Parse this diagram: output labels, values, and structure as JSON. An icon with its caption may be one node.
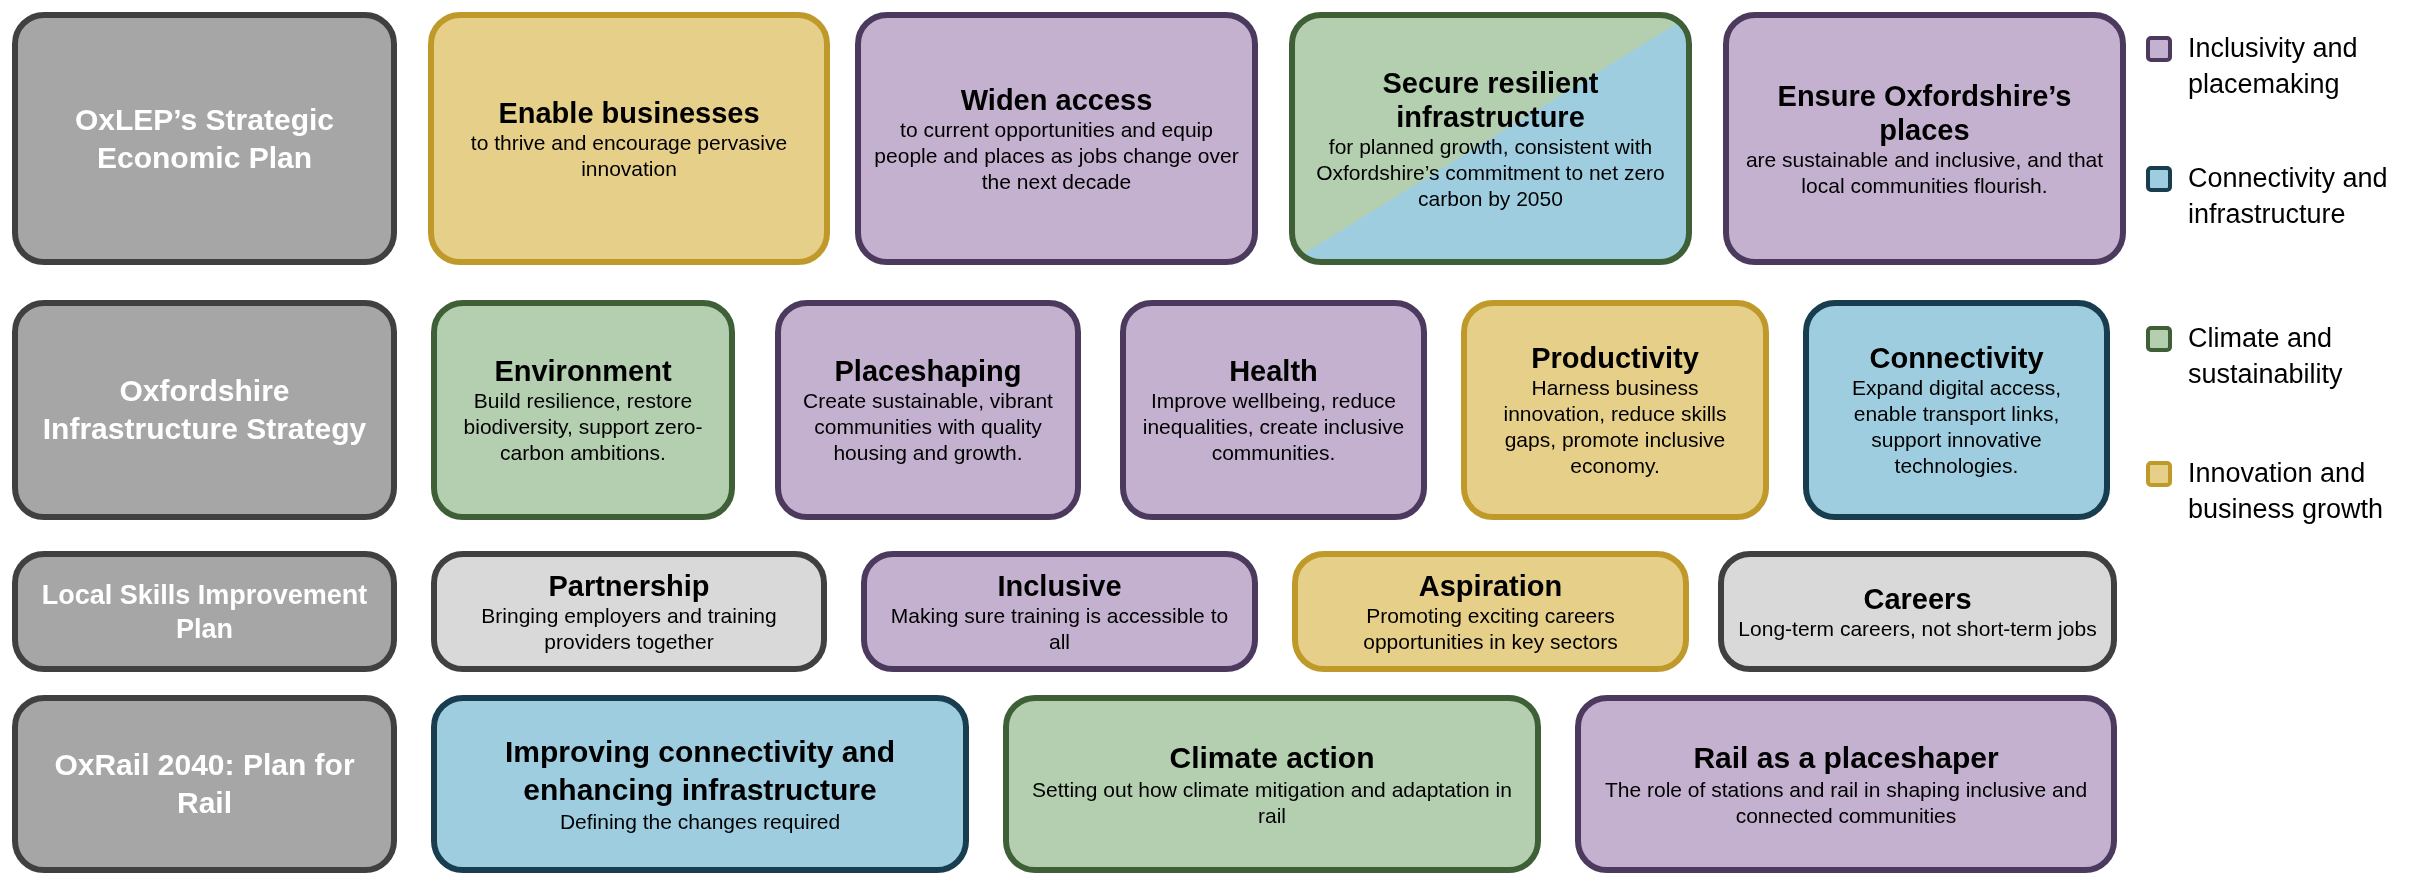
{
  "diagram": {
    "nodes": [
      {
        "text": [
          "OxLEP’s Strategic Economic Plan"
        ]
      },
      {
        "text": [
          "Enable businesses",
          "to thrive and encourage pervasive innovation"
        ]
      },
      {
        "text": [
          "Widen access",
          "to current opportunities and equip people and places as jobs change over the next decade"
        ]
      },
      {
        "text": [
          "Secure resilient infrastructure",
          "for planned growth, consistent with Oxfordshire’s commitment to net zero carbon by 2050"
        ]
      },
      {
        "text": [
          "Ensure Oxfordshire’s places",
          "are sustainable and inclusive, and that local communities flourish."
        ]
      },
      {
        "text": [
          "Oxfordshire Infrastructure Strategy"
        ]
      },
      {
        "text": [
          "Environment",
          "Build resilience, restore biodiversity, support zero-carbon ambitions."
        ]
      },
      {
        "text": [
          "Placeshaping",
          "Create sustainable, vibrant communities with quality housing and growth."
        ]
      },
      {
        "text": [
          "Health",
          "Improve wellbeing, reduce inequalities, create inclusive communities."
        ]
      },
      {
        "text": [
          "Productivity",
          "Harness business innovation, reduce skills gaps, promote inclusive economy."
        ]
      },
      {
        "text": [
          "Connectivity",
          "Expand digital access, enable transport links, support innovative technologies."
        ]
      },
      {
        "text": [
          "Local Skills Improvement Plan"
        ]
      },
      {
        "text": [
          "Partnership",
          "Bringing employers and training providers together"
        ]
      },
      {
        "text": [
          "Inclusive",
          "Making sure training is accessible to all"
        ]
      },
      {
        "text": [
          "Aspiration",
          "Promoting exciting careers opportunities in key sectors"
        ]
      },
      {
        "text": [
          "Careers",
          "Long-term careers, not short-term jobs"
        ]
      },
      {
        "text": [
          "OxRail 2040: Plan for Rail"
        ]
      },
      {
        "text": [
          "Improving connectivity and enhancing infrastructure",
          "Defining the changes required"
        ]
      },
      {
        "text": [
          "Climate action",
          "Setting out how climate mitigation and adaptation in rail"
        ]
      },
      {
        "text": [
          "Rail as a placeshaper",
          "The role of stations and rail in shaping inclusive and connected communities"
        ]
      }
    ],
    "legend": [
      {
        "text": "Inclusivity and placemaking",
        "color": "#c3b1cf"
      },
      {
        "text": "Connectivity and infrastructure",
        "color": "#9ecde0"
      },
      {
        "text": "Climate and sustainability",
        "color": "#b3cfb0"
      },
      {
        "text": "Innovation and business growth",
        "color": "#e6cf89"
      }
    ]
  }
}
